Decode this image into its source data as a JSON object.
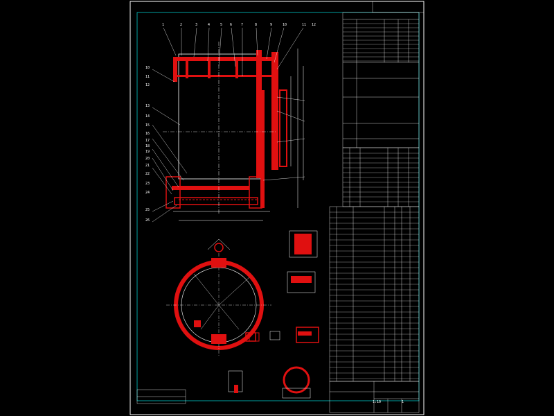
{
  "sheet": {
    "background": "#000000",
    "frame_color": "#ffffff",
    "inner_frame_color": "#00c8c8",
    "vessel_color": "#ff1a1a",
    "leader_color": "#ffffff",
    "dim_color": "#00ffff"
  },
  "callouts_top": [
    "1",
    "2",
    "3",
    "4",
    "5",
    "6",
    "7",
    "8",
    "9",
    "10",
    "11",
    "12"
  ],
  "callouts_left": [
    "10",
    "11",
    "12",
    "13",
    "14",
    "15",
    "16",
    "17",
    "18",
    "19",
    "20",
    "21",
    "22",
    "23",
    "24",
    "25",
    "26"
  ],
  "title_block": {
    "drawing_title": "",
    "scale": "1:10",
    "sheet": "1"
  }
}
